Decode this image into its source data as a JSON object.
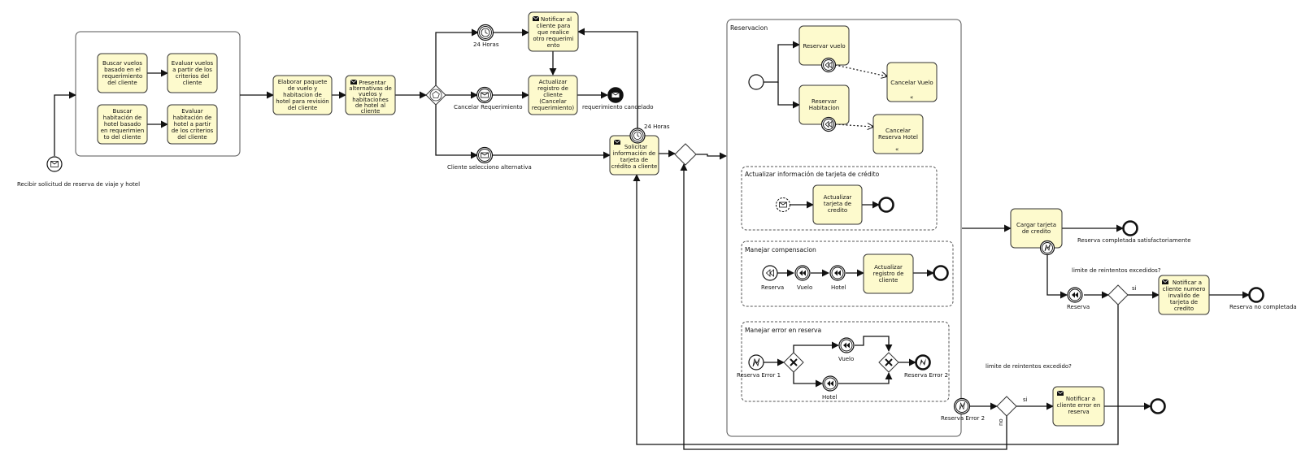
{
  "colors": {
    "task_fill": "#fdfacd",
    "stroke": "#333333"
  },
  "events": {
    "start": "Recibir solicitud de reserva de viaje y hotel",
    "timer_top": "24 Horas",
    "cancel_req": "Cancelar Requerimiento",
    "alt_selected": "Cliente selecciono alternativa",
    "req_cancelled": "requerimiento cancelado",
    "timer_credit": "24 Horas",
    "success_end": "Reserva completada satisfactoriamente",
    "reserva_comp": "Reserva",
    "not_completed": "Reserva no completada",
    "reserva_error2_boundary": "Reserva Error 2"
  },
  "tasks": {
    "buscar_vuelos": [
      "Buscar vuelos",
      "basado en el",
      "requerimiento",
      "del cliente"
    ],
    "evaluar_vuelos": [
      "Evaluar vuelos",
      "a partir de los",
      "criterios del",
      "cliente"
    ],
    "buscar_hotel": [
      "Buscar",
      "habitación de",
      "hotel basado",
      "en requerimien",
      "to del cliente"
    ],
    "evaluar_hotel": [
      "Evaluar",
      "habitación de",
      "hotel a partir",
      "de los criterios",
      "del cliente"
    ],
    "elaborar": [
      "Elaborar paquete",
      "de vuelo y",
      "habitacion de",
      "hotel para revisión",
      "del cliente"
    ],
    "presentar": [
      "Presentar",
      "alternativas de",
      "vuelos y",
      "habitaciones",
      "de hotel al",
      "cliente"
    ],
    "notificar_otro": [
      "Notificar al",
      "cliente para",
      "que realice",
      "otro requerimi",
      "ento"
    ],
    "actualizar_cancel": [
      "Actualizar",
      "registro de",
      "cliente",
      "(Cancelar",
      "requerimiento)"
    ],
    "solicitar_tarjeta": [
      "Solicitar",
      "información de",
      "tarjeta de",
      "crédito a cliente"
    ],
    "reservar_vuelo": [
      "Reservar vuelo"
    ],
    "cancelar_vuelo": [
      "Cancelar Vuelo"
    ],
    "reservar_habitacion": [
      "Reservar",
      "Habitacion"
    ],
    "cancelar_hotel": [
      "Cancelar",
      "Reserva Hotel"
    ],
    "actualizar_tarjeta": [
      "Actualizar",
      "tarjeta de",
      "credito"
    ],
    "actualizar_registro": [
      "Actualizar",
      "registro de",
      "cliente"
    ],
    "cargar_tarjeta": [
      "Cargar tarjeta",
      "de credito"
    ],
    "notificar_invalido": [
      "Notificar a",
      "cliente numero",
      "invalido de",
      "tarjeta de",
      "credito"
    ],
    "notificar_error": [
      "Notificar a",
      "cliente error en",
      "reserva"
    ]
  },
  "subprocess": {
    "title": "Reservacion"
  },
  "event_subprocesses": {
    "tarjeta": {
      "title": "Actualizar información de tarjeta de crédito"
    },
    "compensacion": {
      "title": "Manejar compensacion",
      "labels": [
        "Reserva",
        "Vuelo",
        "Hotel"
      ]
    },
    "error": {
      "title": "Manejar error en reserva",
      "start": "Reserva Error 1",
      "vuelo": "Vuelo",
      "hotel": "Hotel",
      "end": "Reserva Error 2"
    }
  },
  "annotations": {
    "retry_top": "limite de reintentos excedidos?",
    "retry_bottom": "limite de reintentos excedido?",
    "si_top": "si",
    "si_bottom": "si",
    "no": "no"
  }
}
